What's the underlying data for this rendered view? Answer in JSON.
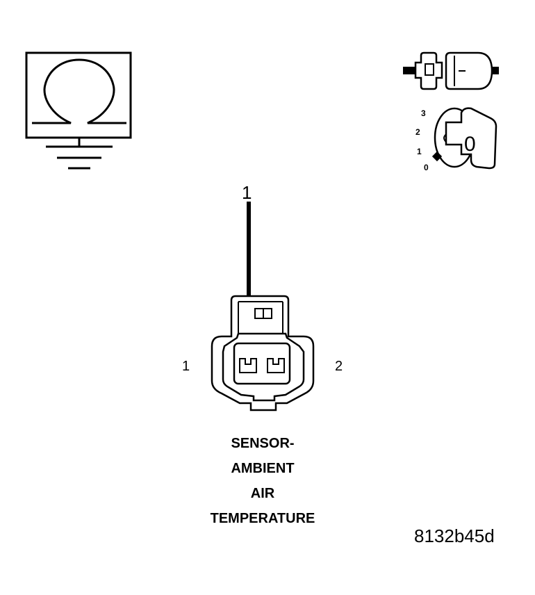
{
  "callout": {
    "number": "1"
  },
  "connector": {
    "pin_left": "1",
    "pin_right": "2"
  },
  "caption": {
    "line1": "SENSOR-",
    "line2": "AMBIENT",
    "line3": "AIR",
    "line4": "TEMPERATURE"
  },
  "ignition_switch": {
    "positions": [
      "3",
      "2",
      "1",
      "0"
    ],
    "key_face": "0"
  },
  "figure_id": "8132b45d",
  "icons": {
    "ohmmeter": "ohm-meter-icon",
    "ground": "ground-icon",
    "disconnect": "connector-disconnect-icon",
    "ignition": "ignition-key-icon"
  }
}
